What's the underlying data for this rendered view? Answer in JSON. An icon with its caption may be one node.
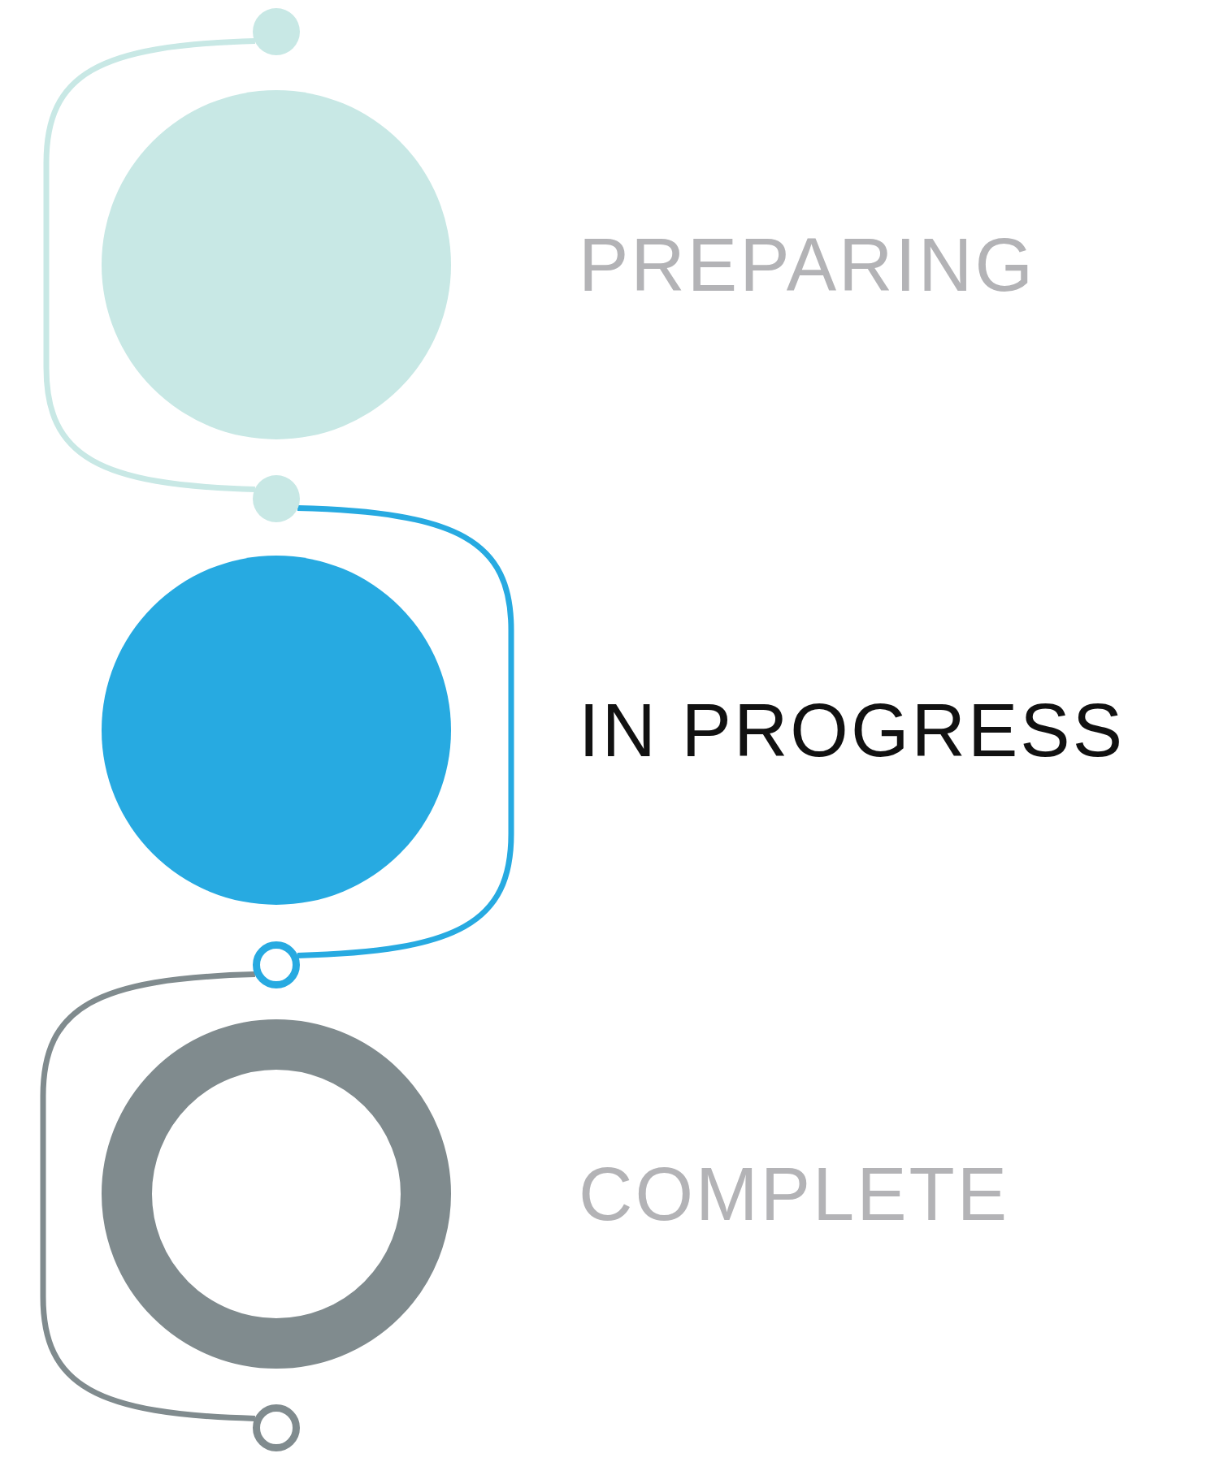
{
  "diagram": {
    "nodes": [
      {
        "text": [],
        "shape": "circle"
      },
      {
        "text": [],
        "shape": "circle",
        "beside": [
          "PREPARING"
        ]
      },
      {
        "text": [],
        "shape": "circle"
      },
      {
        "text": [],
        "shape": "circle",
        "beside": [
          "IN PROGRESS"
        ]
      },
      {
        "text": [],
        "shape": "circle"
      },
      {
        "text": [],
        "shape": "circle",
        "beside": [
          "COMPLETE"
        ]
      },
      {
        "text": [],
        "shape": "circle"
      }
    ],
    "edges": [
      {
        "from": 0,
        "to": 2,
        "arrow": "none",
        "color": "#c8e8e5"
      },
      {
        "from": 2,
        "to": 4,
        "arrow": "none",
        "color": "#27aae1"
      },
      {
        "from": 4,
        "to": 6,
        "arrow": "none",
        "color": "#808b8e"
      }
    ]
  }
}
